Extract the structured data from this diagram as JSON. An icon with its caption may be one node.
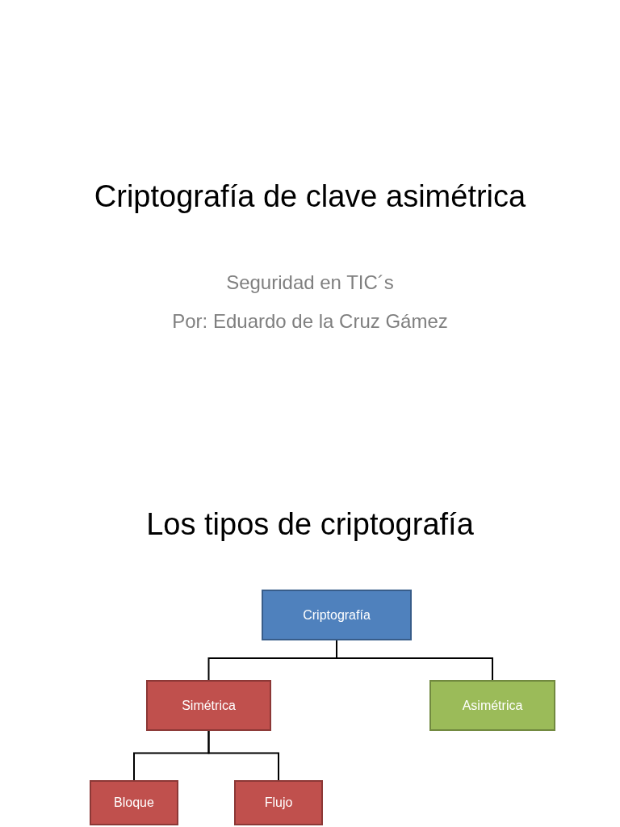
{
  "diagram": {
    "title": "Criptografía de clave asimétrica",
    "nodes": [
      {
        "text": [
          "Criptografía"
        ]
      },
      {
        "text": [
          "Simétrica"
        ]
      },
      {
        "text": [
          "Asimétrica"
        ]
      },
      {
        "text": [
          "Bloque"
        ]
      },
      {
        "text": [
          "Flujo"
        ]
      }
    ],
    "edges": [
      {
        "from": 0,
        "to": 1,
        "arrow": "none"
      },
      {
        "from": 0,
        "to": 2,
        "arrow": "none"
      },
      {
        "from": 1,
        "to": 3,
        "arrow": "none"
      },
      {
        "from": 1,
        "to": 4,
        "arrow": "none"
      }
    ],
    "labels": [
      "Seguridad en TIC´s",
      "Por: Eduardo de la Cruz Gámez",
      "Los tipos de criptografía"
    ]
  }
}
